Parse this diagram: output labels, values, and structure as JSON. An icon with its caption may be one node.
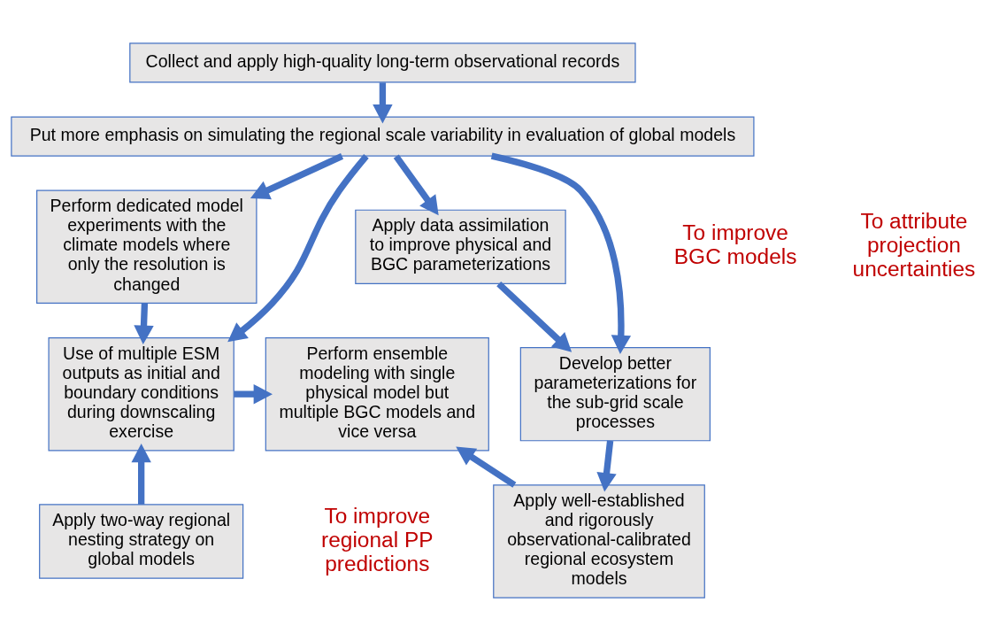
{
  "diagram": {
    "nodes": [
      {
        "text": [
          "Collect and apply high-quality long-term observational records"
        ]
      },
      {
        "text": [
          "Put more emphasis on simulating the regional scale variability in evaluation of global models"
        ]
      },
      {
        "text": [
          "Perform dedicated model experiments with the climate models where only the resolution is changed"
        ]
      },
      {
        "text": [
          "Apply data assimilation to improve physical and BGC parameterizations"
        ]
      },
      {
        "text": [
          "Develop better parameterizations for the sub-grid scale processes"
        ]
      },
      {
        "text": [
          "Use of multiple ESM outputs as initial and boundary conditions during downscaling exercise"
        ]
      },
      {
        "text": [
          "Perform ensemble modeling with single physical model but multiple BGC models and vice versa"
        ]
      },
      {
        "text": [
          "Apply well-established and rigorously observational-calibrated regional ecosystem models"
        ]
      },
      {
        "text": [
          "Apply two-way regional nesting strategy on global models"
        ]
      }
    ],
    "edges": [
      {
        "from": 0,
        "to": 1,
        "arrow": "to"
      },
      {
        "from": 1,
        "to": 5,
        "arrow": "to"
      },
      {
        "from": 1,
        "to": 2,
        "arrow": "to"
      },
      {
        "from": 1,
        "to": 3,
        "arrow": "to"
      },
      {
        "from": 1,
        "to": 4,
        "arrow": "to"
      },
      {
        "from": 2,
        "to": 5,
        "arrow": "to"
      },
      {
        "from": 3,
        "to": 4,
        "arrow": "to"
      },
      {
        "from": 5,
        "to": 6,
        "arrow": "to"
      },
      {
        "from": 4,
        "to": 7,
        "arrow": "to"
      },
      {
        "from": 7,
        "to": 6,
        "arrow": "to"
      },
      {
        "from": 8,
        "to": 5,
        "arrow": "to"
      }
    ],
    "labels": [
      "To attribute projection uncertainties",
      "To improve BGC models",
      "To improve regional PP predictions"
    ]
  }
}
